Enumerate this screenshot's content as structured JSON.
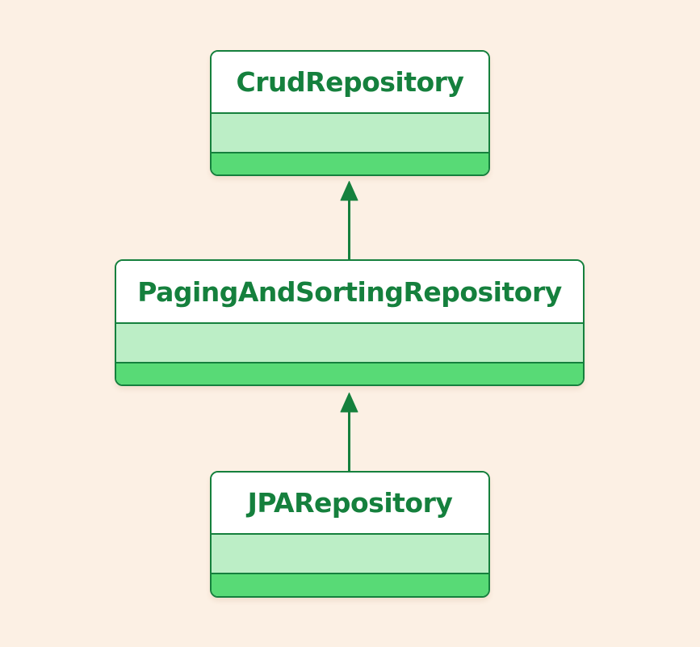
{
  "diagram": {
    "type": "uml-class-inheritance",
    "nodes": [
      {
        "id": "crud",
        "label": "CrudRepository",
        "compartments": [
          "name",
          "attributes",
          "methods"
        ]
      },
      {
        "id": "paging",
        "label": "PagingAndSortingRepository",
        "compartments": [
          "name",
          "attributes",
          "methods"
        ]
      },
      {
        "id": "jpa",
        "label": "JPARepository",
        "compartments": [
          "name",
          "attributes",
          "methods"
        ]
      }
    ],
    "edges": [
      {
        "from": "PagingAndSortingRepository",
        "to": "CrudRepository",
        "type": "inheritance",
        "arrow": "filled-triangle-up"
      },
      {
        "from": "JPARepository",
        "to": "PagingAndSortingRepository",
        "type": "inheritance",
        "arrow": "filled-triangle-up"
      }
    ],
    "colors": {
      "background": "#fcf0e4",
      "node_border": "#15803d",
      "node_text": "#15803d",
      "header_bg": "#ffffff",
      "attributes_bg": "#bceec6",
      "methods_bg": "#58da76",
      "arrow": "#15803d"
    }
  }
}
